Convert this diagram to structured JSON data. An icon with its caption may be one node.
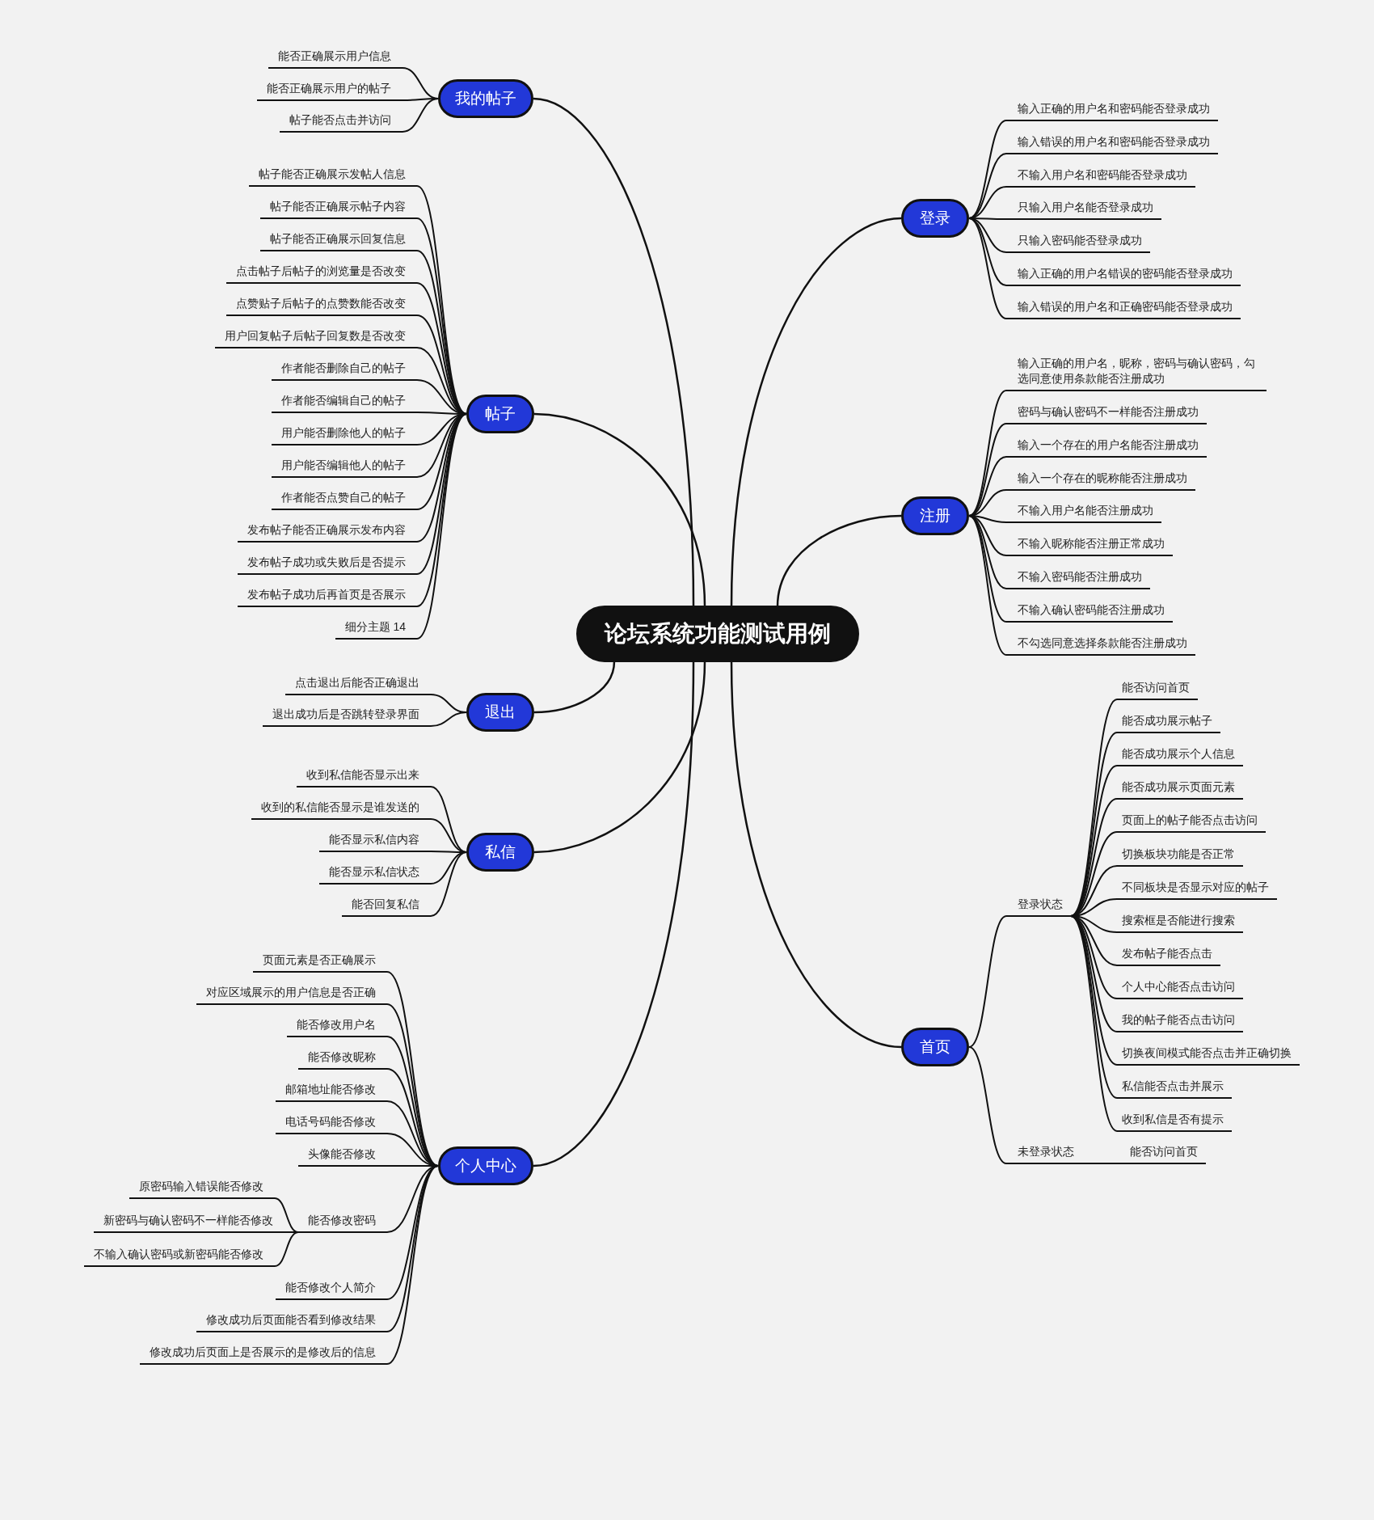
{
  "diagram": {
    "nodes": [
      {
        "text": [
          "论坛系统功能测试用例"
        ]
      },
      {
        "text": [
          "我的帖子"
        ]
      },
      {
        "text": [
          "能否正确展示用户信息"
        ]
      },
      {
        "text": [
          "能否正确展示用户的帖子"
        ]
      },
      {
        "text": [
          "帖子能否点击并访问"
        ]
      },
      {
        "text": [
          "帖子"
        ]
      },
      {
        "text": [
          "帖子能否正确展示发帖人信息"
        ]
      },
      {
        "text": [
          "帖子能否正确展示帖子内容"
        ]
      },
      {
        "text": [
          "帖子能否正确展示回复信息"
        ]
      },
      {
        "text": [
          "点击帖子后帖子的浏览量是否改变"
        ]
      },
      {
        "text": [
          "点赞贴子后帖子的点赞数能否改变"
        ]
      },
      {
        "text": [
          "用户回复帖子后帖子回复数是否改变"
        ]
      },
      {
        "text": [
          "作者能否删除自己的帖子"
        ]
      },
      {
        "text": [
          "作者能否编辑自己的帖子"
        ]
      },
      {
        "text": [
          "用户能否删除他人的帖子"
        ]
      },
      {
        "text": [
          "用户能否编辑他人的帖子"
        ]
      },
      {
        "text": [
          "作者能否点赞自己的帖子"
        ]
      },
      {
        "text": [
          "发布帖子能否正确展示发布内容"
        ]
      },
      {
        "text": [
          "发布帖子成功或失败后是否提示"
        ]
      },
      {
        "text": [
          "发布帖子成功后再首页是否展示"
        ]
      },
      {
        "text": [
          "细分主题 14"
        ]
      },
      {
        "text": [
          "退出"
        ]
      },
      {
        "text": [
          "点击退出后能否正确退出"
        ]
      },
      {
        "text": [
          "退出成功后是否跳转登录界面"
        ]
      },
      {
        "text": [
          "私信"
        ]
      },
      {
        "text": [
          "收到私信能否显示出来"
        ]
      },
      {
        "text": [
          "收到的私信能否显示是谁发送的"
        ]
      },
      {
        "text": [
          "能否显示私信内容"
        ]
      },
      {
        "text": [
          "能否显示私信状态"
        ]
      },
      {
        "text": [
          "能否回复私信"
        ]
      },
      {
        "text": [
          "个人中心"
        ]
      },
      {
        "text": [
          "页面元素是否正确展示"
        ]
      },
      {
        "text": [
          "对应区域展示的用户信息是否正确"
        ]
      },
      {
        "text": [
          "能否修改用户名"
        ]
      },
      {
        "text": [
          "能否修改昵称"
        ]
      },
      {
        "text": [
          "邮箱地址能否修改"
        ]
      },
      {
        "text": [
          "电话号码能否修改"
        ]
      },
      {
        "text": [
          "头像能否修改"
        ]
      },
      {
        "text": [
          "能否修改密码"
        ]
      },
      {
        "text": [
          "原密码输入错误能否修改"
        ]
      },
      {
        "text": [
          "新密码与确认密码不一样能否修改"
        ]
      },
      {
        "text": [
          "不输入确认密码或新密码能否修改"
        ]
      },
      {
        "text": [
          "能否修改个人简介"
        ]
      },
      {
        "text": [
          "修改成功后页面能否看到修改结果"
        ]
      },
      {
        "text": [
          "修改成功后页面上是否展示的是修改后的信息"
        ]
      },
      {
        "text": [
          "登录"
        ]
      },
      {
        "text": [
          "输入正确的用户名和密码能否登录成功"
        ]
      },
      {
        "text": [
          "输入错误的用户名和密码能否登录成功"
        ]
      },
      {
        "text": [
          "不输入用户名和密码能否登录成功"
        ]
      },
      {
        "text": [
          "只输入用户名能否登录成功"
        ]
      },
      {
        "text": [
          "只输入密码能否登录成功"
        ]
      },
      {
        "text": [
          "输入正确的用户名错误的密码能否登录成功"
        ]
      },
      {
        "text": [
          "输入错误的用户名和正确密码能否登录成功"
        ]
      },
      {
        "text": [
          "注册"
        ]
      },
      {
        "text": [
          "输入正确的用户名，昵称，密码与确认密码，勾选同意使用条款能否注册成功"
        ]
      },
      {
        "text": [
          "密码与确认密码不一样能否注册成功"
        ]
      },
      {
        "text": [
          "输入一个存在的用户名能否注册成功"
        ]
      },
      {
        "text": [
          "输入一个存在的昵称能否注册成功"
        ]
      },
      {
        "text": [
          "不输入用户名能否注册成功"
        ]
      },
      {
        "text": [
          "不输入昵称能否注册正常成功"
        ]
      },
      {
        "text": [
          "不输入密码能否注册成功"
        ]
      },
      {
        "text": [
          "不输入确认密码能否注册成功"
        ]
      },
      {
        "text": [
          "不勾选同意选择条款能否注册成功"
        ]
      },
      {
        "text": [
          "首页"
        ]
      },
      {
        "text": [
          "登录状态"
        ]
      },
      {
        "text": [
          "能否访问首页"
        ]
      },
      {
        "text": [
          "能否成功展示帖子"
        ]
      },
      {
        "text": [
          "能否成功展示个人信息"
        ]
      },
      {
        "text": [
          "能否成功展示页面元素"
        ]
      },
      {
        "text": [
          "页面上的帖子能否点击访问"
        ]
      },
      {
        "text": [
          "切换板块功能是否正常"
        ]
      },
      {
        "text": [
          "不同板块是否显示对应的帖子"
        ]
      },
      {
        "text": [
          "搜索框是否能进行搜索"
        ]
      },
      {
        "text": [
          "发布帖子能否点击"
        ]
      },
      {
        "text": [
          "个人中心能否点击访问"
        ]
      },
      {
        "text": [
          "我的帖子能否点击访问"
        ]
      },
      {
        "text": [
          "切换夜间模式能否点击并正确切换"
        ]
      },
      {
        "text": [
          "私信能否点击并展示"
        ]
      },
      {
        "text": [
          "收到私信是否有提示"
        ]
      },
      {
        "text": [
          "未登录状态"
        ]
      },
      {
        "text": [
          "能否访问首页"
        ]
      }
    ],
    "edges": [
      {
        "from": 0,
        "to": 1,
        "arrow": "none"
      },
      {
        "from": 0,
        "to": 5,
        "arrow": "none"
      },
      {
        "from": 0,
        "to": 21,
        "arrow": "none"
      },
      {
        "from": 0,
        "to": 24,
        "arrow": "none"
      },
      {
        "from": 0,
        "to": 30,
        "arrow": "none"
      },
      {
        "from": 0,
        "to": 45,
        "arrow": "none"
      },
      {
        "from": 0,
        "to": 53,
        "arrow": "none"
      },
      {
        "from": 0,
        "to": 63,
        "arrow": "none"
      },
      {
        "from": 1,
        "to": 2,
        "arrow": "none"
      },
      {
        "from": 1,
        "to": 3,
        "arrow": "none"
      },
      {
        "from": 1,
        "to": 4,
        "arrow": "none"
      },
      {
        "from": 5,
        "to": 6,
        "arrow": "none"
      },
      {
        "from": 5,
        "to": 7,
        "arrow": "none"
      },
      {
        "from": 5,
        "to": 8,
        "arrow": "none"
      },
      {
        "from": 5,
        "to": 9,
        "arrow": "none"
      },
      {
        "from": 5,
        "to": 10,
        "arrow": "none"
      },
      {
        "from": 5,
        "to": 11,
        "arrow": "none"
      },
      {
        "from": 5,
        "to": 12,
        "arrow": "none"
      },
      {
        "from": 5,
        "to": 13,
        "arrow": "none"
      },
      {
        "from": 5,
        "to": 14,
        "arrow": "none"
      },
      {
        "from": 5,
        "to": 15,
        "arrow": "none"
      },
      {
        "from": 5,
        "to": 16,
        "arrow": "none"
      },
      {
        "from": 5,
        "to": 17,
        "arrow": "none"
      },
      {
        "from": 5,
        "to": 18,
        "arrow": "none"
      },
      {
        "from": 5,
        "to": 19,
        "arrow": "none"
      },
      {
        "from": 5,
        "to": 20,
        "arrow": "none"
      },
      {
        "from": 21,
        "to": 22,
        "arrow": "none"
      },
      {
        "from": 21,
        "to": 23,
        "arrow": "none"
      },
      {
        "from": 24,
        "to": 25,
        "arrow": "none"
      },
      {
        "from": 24,
        "to": 26,
        "arrow": "none"
      },
      {
        "from": 24,
        "to": 27,
        "arrow": "none"
      },
      {
        "from": 24,
        "to": 28,
        "arrow": "none"
      },
      {
        "from": 24,
        "to": 29,
        "arrow": "none"
      },
      {
        "from": 30,
        "to": 31,
        "arrow": "none"
      },
      {
        "from": 30,
        "to": 32,
        "arrow": "none"
      },
      {
        "from": 30,
        "to": 33,
        "arrow": "none"
      },
      {
        "from": 30,
        "to": 34,
        "arrow": "none"
      },
      {
        "from": 30,
        "to": 35,
        "arrow": "none"
      },
      {
        "from": 30,
        "to": 36,
        "arrow": "none"
      },
      {
        "from": 30,
        "to": 37,
        "arrow": "none"
      },
      {
        "from": 30,
        "to": 38,
        "arrow": "none"
      },
      {
        "from": 38,
        "to": 39,
        "arrow": "none"
      },
      {
        "from": 38,
        "to": 40,
        "arrow": "none"
      },
      {
        "from": 38,
        "to": 41,
        "arrow": "none"
      },
      {
        "from": 30,
        "to": 42,
        "arrow": "none"
      },
      {
        "from": 30,
        "to": 43,
        "arrow": "none"
      },
      {
        "from": 30,
        "to": 44,
        "arrow": "none"
      },
      {
        "from": 45,
        "to": 46,
        "arrow": "none"
      },
      {
        "from": 45,
        "to": 47,
        "arrow": "none"
      },
      {
        "from": 45,
        "to": 48,
        "arrow": "none"
      },
      {
        "from": 45,
        "to": 49,
        "arrow": "none"
      },
      {
        "from": 45,
        "to": 50,
        "arrow": "none"
      },
      {
        "from": 45,
        "to": 51,
        "arrow": "none"
      },
      {
        "from": 45,
        "to": 52,
        "arrow": "none"
      },
      {
        "from": 53,
        "to": 54,
        "arrow": "none"
      },
      {
        "from": 53,
        "to": 55,
        "arrow": "none"
      },
      {
        "from": 53,
        "to": 56,
        "arrow": "none"
      },
      {
        "from": 53,
        "to": 57,
        "arrow": "none"
      },
      {
        "from": 53,
        "to": 58,
        "arrow": "none"
      },
      {
        "from": 53,
        "to": 59,
        "arrow": "none"
      },
      {
        "from": 53,
        "to": 60,
        "arrow": "none"
      },
      {
        "from": 53,
        "to": 61,
        "arrow": "none"
      },
      {
        "from": 53,
        "to": 62,
        "arrow": "none"
      },
      {
        "from": 63,
        "to": 64,
        "arrow": "none"
      },
      {
        "from": 63,
        "to": 79,
        "arrow": "none"
      },
      {
        "from": 64,
        "to": 65,
        "arrow": "none"
      },
      {
        "from": 64,
        "to": 66,
        "arrow": "none"
      },
      {
        "from": 64,
        "to": 67,
        "arrow": "none"
      },
      {
        "from": 64,
        "to": 68,
        "arrow": "none"
      },
      {
        "from": 64,
        "to": 69,
        "arrow": "none"
      },
      {
        "from": 64,
        "to": 70,
        "arrow": "none"
      },
      {
        "from": 64,
        "to": 71,
        "arrow": "none"
      },
      {
        "from": 64,
        "to": 72,
        "arrow": "none"
      },
      {
        "from": 64,
        "to": 73,
        "arrow": "none"
      },
      {
        "from": 64,
        "to": 74,
        "arrow": "none"
      },
      {
        "from": 64,
        "to": 75,
        "arrow": "none"
      },
      {
        "from": 64,
        "to": 76,
        "arrow": "none"
      },
      {
        "from": 64,
        "to": 77,
        "arrow": "none"
      },
      {
        "from": 64,
        "to": 78,
        "arrow": "none"
      },
      {
        "from": 79,
        "to": 80,
        "arrow": "none"
      }
    ]
  }
}
